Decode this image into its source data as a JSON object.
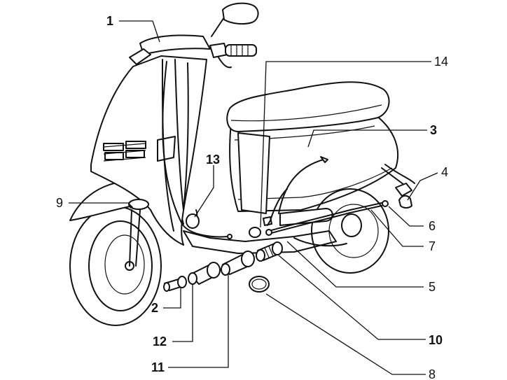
{
  "callouts": [
    {
      "id": "c1",
      "label": "1"
    },
    {
      "id": "c14",
      "label": "14"
    },
    {
      "id": "c3",
      "label": "3"
    },
    {
      "id": "c4",
      "label": "4"
    },
    {
      "id": "c13",
      "label": "13"
    },
    {
      "id": "c9",
      "label": "9"
    },
    {
      "id": "c6",
      "label": "6"
    },
    {
      "id": "c7",
      "label": "7"
    },
    {
      "id": "c5",
      "label": "5"
    },
    {
      "id": "c2",
      "label": "2"
    },
    {
      "id": "c10",
      "label": "10"
    },
    {
      "id": "c12",
      "label": "12"
    },
    {
      "id": "c11",
      "label": "11"
    },
    {
      "id": "c8",
      "label": "8"
    }
  ]
}
